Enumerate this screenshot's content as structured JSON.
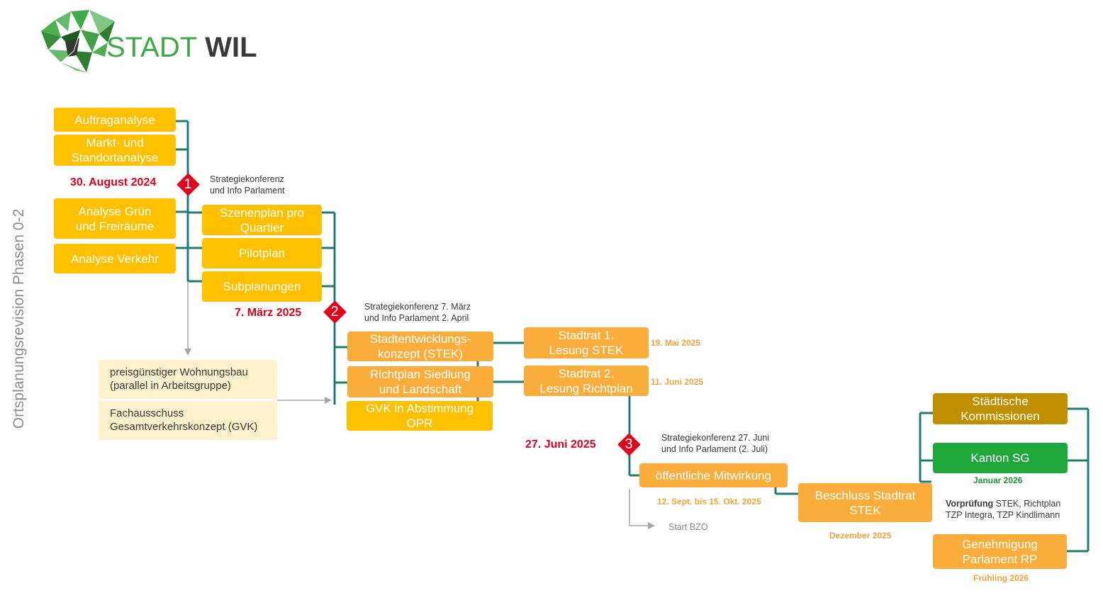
{
  "logo": {
    "name_part1": "STADT",
    "name_part2": "WIL"
  },
  "side_title": "Ortsplanungsrevision Phasen 0-2",
  "phase0": {
    "boxes": [
      "Auftraganalyse",
      "Markt- und\nStandortanalyse",
      "Analyse Grün\nund Freiräume",
      "Analyse Verkehr"
    ]
  },
  "milestones": [
    {
      "number": "1",
      "date": "30. August 2024",
      "note": "Strategiekonferenz\nund Info Parlament"
    },
    {
      "number": "2",
      "date": "7. März 2025",
      "note": "Strategiekonferenz 7. März\nund Info Parlament 2. April"
    },
    {
      "number": "3",
      "date": "27. Juni 2025",
      "note": "Strategiekonferenz 27. Juni\nund Info Parlament (2. Juli)"
    }
  ],
  "phase1": {
    "boxes": [
      "Szenenplan pro\nQuartier",
      "Pilotplan",
      "Subplanungen"
    ]
  },
  "side_notes": [
    "preisgünstiger Wohnungsbau\n(parallel in Arbeitsgruppe)",
    "Fachausschuss\nGesamtverkehrskonzept (GVK)"
  ],
  "phase2": {
    "boxes": [
      "Stadtentwicklungs-\nkonzept (STEK)",
      "Richtplan Siedlung\nund Landschaft",
      "GVK in Abstimmung\nOPR"
    ]
  },
  "council": [
    {
      "label": "Stadtrat 1.\nLesung STEK",
      "date": "19. Mai 2025"
    },
    {
      "label": "Stadtrat 2.\nLesung Richtplan",
      "date": "11. Juni 2025"
    }
  ],
  "participation": {
    "label": "öffentliche Mitwirkung",
    "date": "12. Sept. bis 15. Okt. 2025",
    "branch": "Start BZO"
  },
  "decision": {
    "label": "Beschluss Stadtrat\nSTEK",
    "date": "Dezember 2025"
  },
  "final": {
    "commissions": "Städtische\nKommissionen",
    "canton": "Kanton SG",
    "canton_date": "Januar 2026",
    "canton_note_bold": "Vorprüfung",
    "canton_note_line1_rest": " STEK, Richtplan",
    "canton_note_line2": "TZP Integra, TZP Kindlimann",
    "approval": "Genehmigung\nParlament RP",
    "approval_date": "Frühling 2026"
  },
  "colors": {
    "connector": "#1e7b76",
    "yellow_box": "#ffc000",
    "orange_box": "#fbad3b",
    "commission_box": "#bf8f00",
    "canton_box": "#1ea83c",
    "milestone": "#e3001b",
    "note_bg": "#fff2cc"
  }
}
